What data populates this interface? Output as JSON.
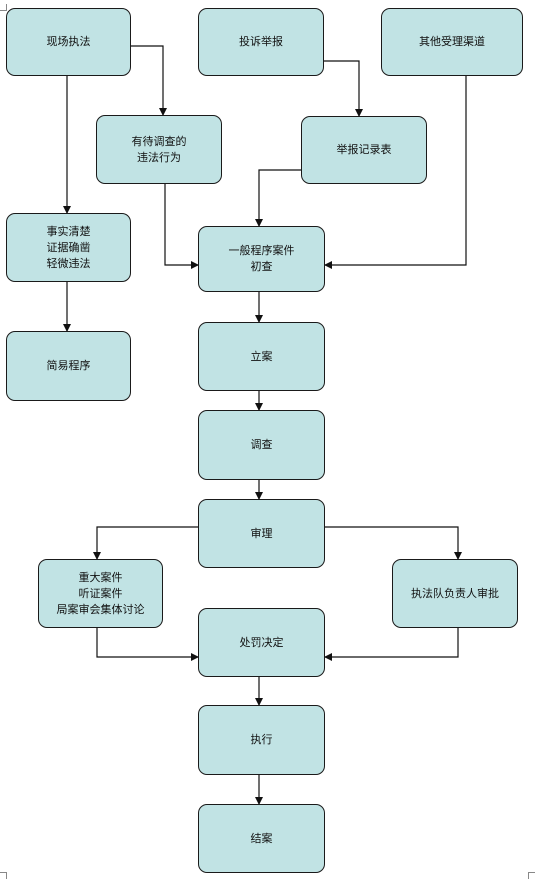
{
  "diagram": {
    "nodes": {
      "on_site": {
        "lines": [
          "现场执法"
        ]
      },
      "complaint": {
        "lines": [
          "投诉举报"
        ]
      },
      "other_channels": {
        "lines": [
          "其他受理渠道"
        ]
      },
      "pending_investigation": {
        "lines": [
          "有待调查的",
          "违法行为"
        ]
      },
      "report_record": {
        "lines": [
          "举报记录表"
        ]
      },
      "clear_facts": {
        "lines": [
          "事实清楚",
          "证据确凿",
          "轻微违法"
        ]
      },
      "general_procedure": {
        "lines": [
          "一般程序案件",
          "初查"
        ]
      },
      "simple_procedure": {
        "lines": [
          "简易程序"
        ]
      },
      "filing": {
        "lines": [
          "立案"
        ]
      },
      "investigation": {
        "lines": [
          "调查"
        ]
      },
      "review": {
        "lines": [
          "审理"
        ]
      },
      "major_cases": {
        "lines": [
          "重大案件",
          "听证案件",
          "局案审会集体讨论"
        ]
      },
      "team_leader_approval": {
        "lines": [
          "执法队负责人审批"
        ]
      },
      "penalty_decision": {
        "lines": [
          "处罚决定"
        ]
      },
      "execution": {
        "lines": [
          "执行"
        ]
      },
      "case_closed": {
        "lines": [
          "结案"
        ]
      }
    },
    "edges": [
      [
        "on_site",
        "pending_investigation"
      ],
      [
        "on_site",
        "clear_facts"
      ],
      [
        "complaint",
        "report_record"
      ],
      [
        "pending_investigation",
        "general_procedure"
      ],
      [
        "report_record",
        "general_procedure"
      ],
      [
        "other_channels",
        "general_procedure"
      ],
      [
        "clear_facts",
        "simple_procedure"
      ],
      [
        "general_procedure",
        "filing"
      ],
      [
        "filing",
        "investigation"
      ],
      [
        "investigation",
        "review"
      ],
      [
        "review",
        "major_cases"
      ],
      [
        "review",
        "team_leader_approval"
      ],
      [
        "major_cases",
        "penalty_decision"
      ],
      [
        "team_leader_approval",
        "penalty_decision"
      ],
      [
        "penalty_decision",
        "execution"
      ],
      [
        "execution",
        "case_closed"
      ]
    ]
  }
}
